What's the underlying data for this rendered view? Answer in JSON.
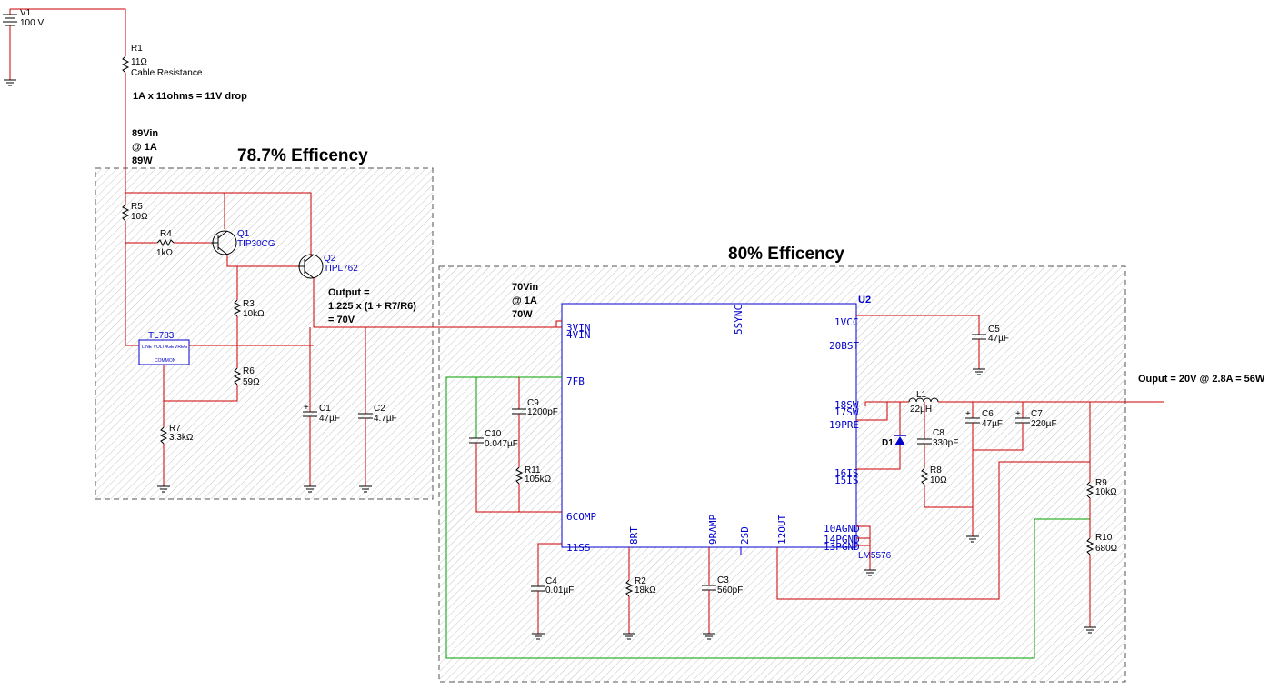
{
  "source": {
    "name": "V1",
    "value": "100 V"
  },
  "cable": {
    "name": "R1",
    "value": "11Ω",
    "desc": "Cable Resistance",
    "drop_note": "1A x 11ohms = 11V drop"
  },
  "stage1": {
    "title": "78.7% Efficency",
    "input_note": [
      "89Vin",
      "@ 1A",
      "89W"
    ],
    "output_note": [
      "Output =",
      "1.225 x (1 + R7/R6)",
      "= 70V"
    ],
    "components": {
      "R5": {
        "name": "R5",
        "value": "10Ω"
      },
      "R4": {
        "name": "R4",
        "value": "1kΩ"
      },
      "Q1": {
        "name": "Q1",
        "value": "TIP30CG"
      },
      "Q2": {
        "name": "Q2",
        "value": "TIPL762"
      },
      "R3": {
        "name": "R3",
        "value": "10kΩ"
      },
      "R6": {
        "name": "R6",
        "value": "59Ω"
      },
      "R7": {
        "name": "R7",
        "value": "3.3kΩ"
      },
      "C1": {
        "name": "C1",
        "value": "47µF"
      },
      "C2": {
        "name": "C2",
        "value": "4.7µF"
      },
      "TL783": {
        "name": "TL783",
        "pin_in": "LINE VOLTAGE",
        "pin_out": "VREG",
        "pin_common": "COMMON"
      }
    }
  },
  "stage2": {
    "title": "80% Efficency",
    "input_note": [
      "70Vin",
      "@ 1A",
      "70W"
    ],
    "output_note": "Ouput = 20V @ 2.8A = 56W",
    "ic": {
      "ref": "U2",
      "part": "LM5576",
      "pins_left": [
        "3VIN",
        "4VIN",
        "7FB",
        "6COMP",
        "11SS"
      ],
      "pins_right": [
        "1VCC",
        "20BST",
        "18SW",
        "17SW",
        "19PRE",
        "16IS",
        "15IS",
        "10AGND",
        "14PGND",
        "13PGND"
      ],
      "pins_top": [
        "5SYNC"
      ],
      "pins_bottom": [
        "8RT",
        "9RAMP",
        "2SD",
        "12OUT"
      ]
    },
    "components": {
      "C9": {
        "name": "C9",
        "value": "1200pF"
      },
      "C10": {
        "name": "C10",
        "value": "0.047µF"
      },
      "R11": {
        "name": "R11",
        "value": "105kΩ"
      },
      "C4": {
        "name": "C4",
        "value": "0.01µF"
      },
      "R2": {
        "name": "R2",
        "value": "18kΩ"
      },
      "C3": {
        "name": "C3",
        "value": "560pF"
      },
      "C5": {
        "name": "C5",
        "value": "47µF"
      },
      "L1": {
        "name": "L1",
        "value": "22µH"
      },
      "D1": {
        "name": "D1"
      },
      "C8": {
        "name": "C8",
        "value": "330pF"
      },
      "R8": {
        "name": "R8",
        "value": "10Ω"
      },
      "C6": {
        "name": "C6",
        "value": "47µF"
      },
      "C7": {
        "name": "C7",
        "value": "220µF"
      },
      "R9": {
        "name": "R9",
        "value": "10kΩ"
      },
      "R10": {
        "name": "R10",
        "value": "680Ω"
      }
    }
  }
}
